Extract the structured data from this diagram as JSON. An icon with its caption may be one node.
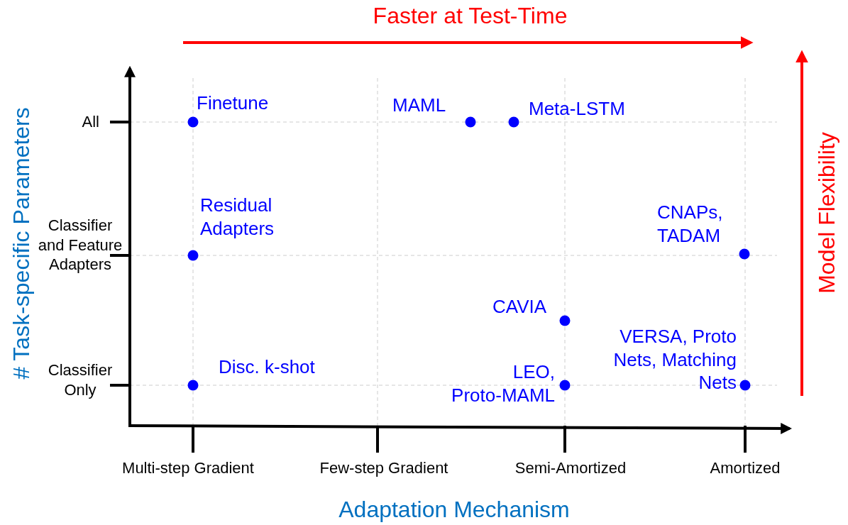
{
  "diagram": {
    "labels": [
      "Faster at Test-Time",
      "Finetune",
      "MAML",
      "Meta-LSTM",
      "All",
      "Model Flexibility",
      "Residual Adapters",
      "Classifier and Feature Adapters",
      "CNAPs, TADAM",
      "# Task-specific Parameters",
      "CAVIA",
      "VERSA, Proto Nets, Matching Nets",
      "Disc. k-shot",
      "Classifier Only",
      "LEO, Proto-MAML",
      "Multi-step Gradient",
      "Few-step Gradient",
      "Semi-Amortized",
      "Amortized",
      "Adaptation Mechanism"
    ]
  }
}
